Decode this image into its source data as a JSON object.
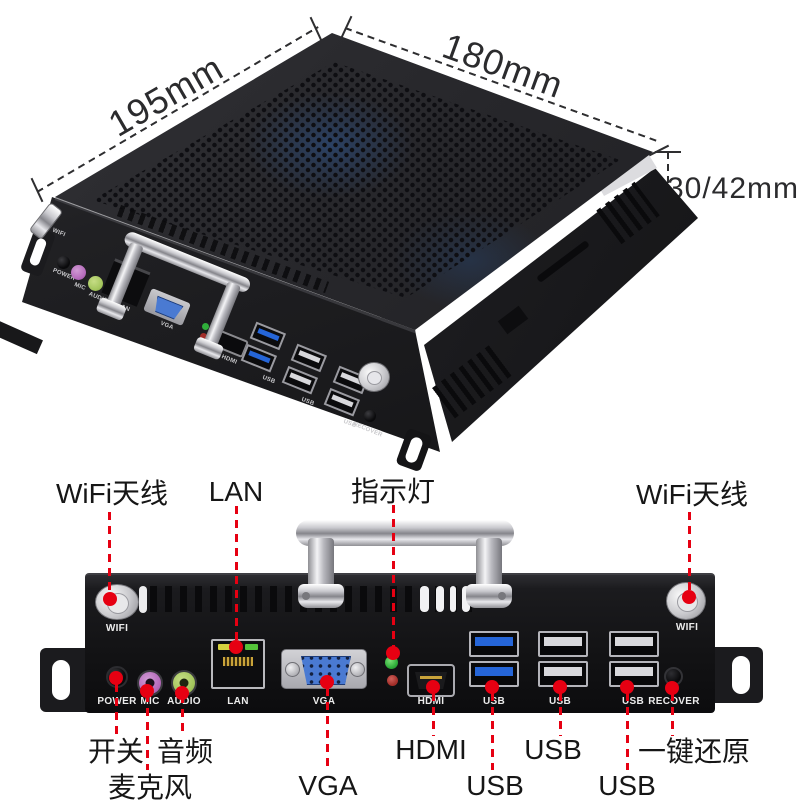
{
  "top_view": {
    "dim_depth": "195mm",
    "dim_width": "180mm",
    "dim_height": "30/42mm",
    "ports": {
      "wifi_left": "WIFI",
      "power": "POWER",
      "mic": "MIC",
      "audio": "AUDIO",
      "lan": "LAN",
      "vga": "VGA",
      "hdmi": "HDMI",
      "usb_blue": "USB",
      "usb_mid": "USB",
      "usb_right": "USB",
      "recover": "RECOVER"
    }
  },
  "front_view": {
    "callouts_top": [
      {
        "label": "WiFi天线"
      },
      {
        "label": "LAN"
      },
      {
        "label": "指示灯"
      },
      {
        "label": "WiFi天线"
      }
    ],
    "callouts_bottom": [
      {
        "label": "开关"
      },
      {
        "label": "麦克风"
      },
      {
        "label": "音频"
      },
      {
        "label": "VGA"
      },
      {
        "label": "HDMI"
      },
      {
        "label": "USB"
      },
      {
        "label": "USB"
      },
      {
        "label": "USB"
      },
      {
        "label": "一键还原"
      }
    ],
    "panel_labels": {
      "wifi_left": "WIFI",
      "power": "POWER",
      "mic": "MIC",
      "audio": "AUDIO",
      "lan": "LAN",
      "vga": "VGA",
      "hdmi": "HDMI",
      "usb_blue": "USB",
      "usb_mid": "USB",
      "usb_right": "USB",
      "recover": "RECOVER",
      "wifi_right": "WIFI"
    }
  },
  "colors": {
    "callout_red": "#e60012",
    "vga_blue": "#4a7ad2",
    "usb3_blue": "#2565d8",
    "mic_pink": "#b469ba",
    "audio_green": "#a3c55c",
    "chassis_black": "#1b1b1e"
  }
}
